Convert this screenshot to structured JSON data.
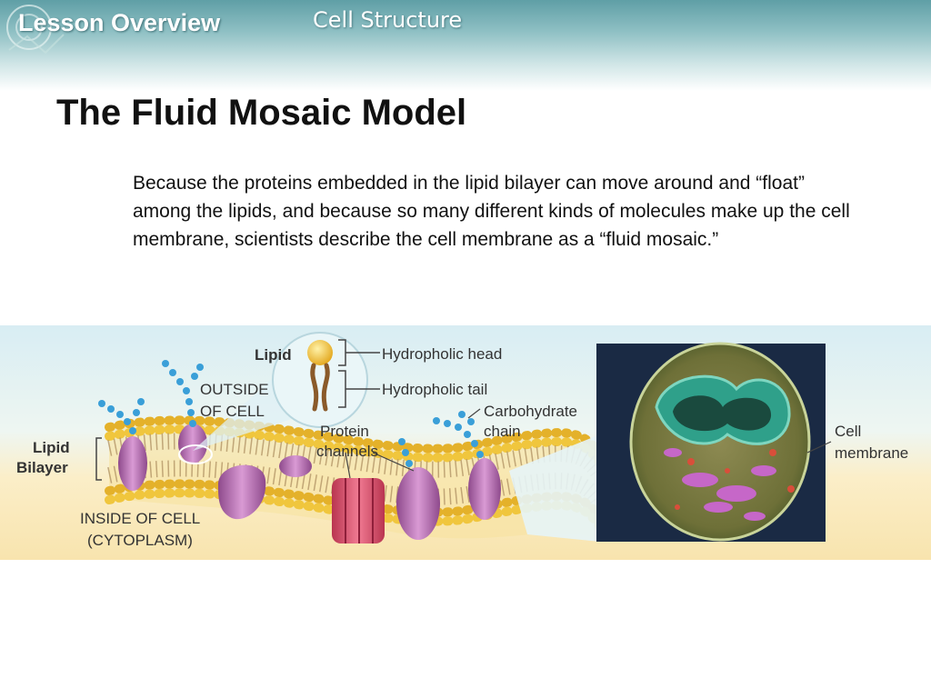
{
  "header": {
    "left_label": "Lesson Overview",
    "topic": "Cell Structure"
  },
  "slide": {
    "title": "The Fluid Mosaic Model",
    "body": "Because the proteins embedded in the lipid bilayer can move around and “float” among the lipids, and because so many different kinds of molecules make up the cell membrane, scientists describe the cell membrane as a “fluid mosaic.”"
  },
  "figure": {
    "labels": {
      "lipid": "Lipid",
      "hydrophilic_head": "Hydropholic head",
      "hydrophilic_tail": "Hydropholic tail",
      "outside_1": "OUTSIDE",
      "outside_2": "OF CELL",
      "protein_1": "Protein",
      "protein_2": "channels",
      "carb_1": "Carbohydrate",
      "carb_2": "chain",
      "cell_1": "Cell",
      "cell_2": "membrane",
      "bilayer_1": "Lipid",
      "bilayer_2": "Bilayer",
      "inside_1": "INSIDE OF CELL",
      "inside_2": "(CYTOPLASM)"
    }
  },
  "colors": {
    "header_teal": "#5f9fa6",
    "membrane_yellow": "#f2c94c",
    "protein_purple": "#b56bb0",
    "channel_pink": "#d8546e",
    "micrograph_bg": "#1a2a44"
  }
}
